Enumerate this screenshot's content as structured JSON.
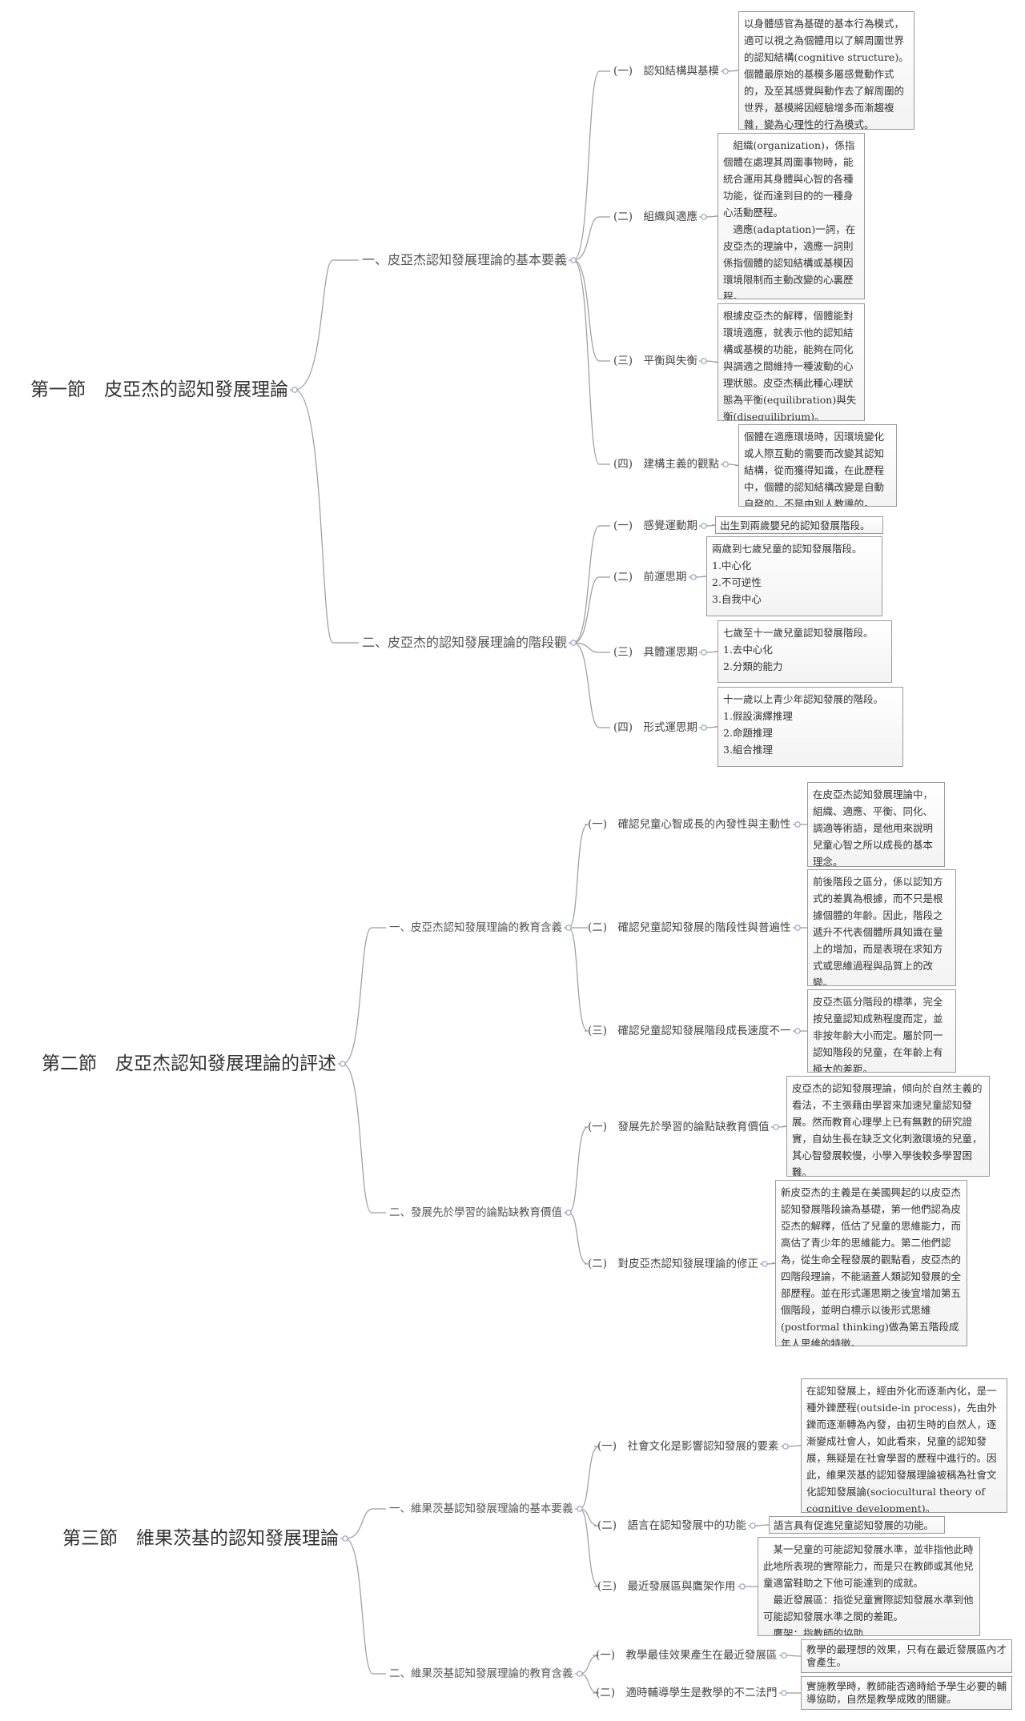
{
  "sections": [
    {
      "title": "第一節　皮亞杰的認知發展理論",
      "branches": [
        {
          "title": "一、皮亞杰認知發展理論的基本要義",
          "items": [
            {
              "label": "(一)　認知結構與基模",
              "note": "以身體感官為基礎的基本行為模式，適可以視之為個體用以了解周圍世界的認知結構(cognitive structure)。個體最原始的基模多屬感覺動作式的，及至其感覺與動作去了解周圍的世界，基模將因經驗增多而漸趨複雜，變為心理性的行為模式。"
            },
            {
              "label": "(二)　組織與適應",
              "note": "　組織(organization)，係指個體在處理其周圍事物時，能統合運用其身體與心智的各種功能，從而達到目的的一種身心活動歷程。\n　適應(adaptation)一詞，在皮亞杰的理論中，適應一詞則係指個體的認知結構或基模因環境限制而主動改變的心裏歷程。"
            },
            {
              "label": "(三)　平衡與失衡",
              "note": "根據皮亞杰的解釋，個體能對環境適應，就表示他的認知結構或基模的功能，能夠在同化與調適之間維持一種波動的心理狀態。皮亞杰稱此種心理狀態為平衡(equilibration)與失衡(disequilibrium)。"
            },
            {
              "label": "(四)　建構主義的觀點",
              "note": "個體在適應環境時，因環境變化或人際互動的需要而改變其認知結構，從而獲得知識，在此歷程中，個體的認知結構改變是自動自發的，不是由別人教導的。"
            }
          ]
        },
        {
          "title": "二、皮亞杰的認知發展理論的階段觀",
          "items": [
            {
              "label": "(一)　感覺運動期",
              "note": "出生到兩歲嬰兒的認知發展階段。"
            },
            {
              "label": "(二)　前運思期",
              "note": "兩歲到七歲兒童的認知發展階段。\n1.中心化\n2.不可逆性\n3.自我中心"
            },
            {
              "label": "(三)　具體運思期",
              "note": "七歲至十一歲兒童認知發展階段。\n1.去中心化\n2.分類的能力"
            },
            {
              "label": "(四)　形式運思期",
              "note": "十一歲以上青少年認知發展的階段。\n1.假設演繹推理\n2.命題推理\n3.組合推理"
            }
          ]
        }
      ]
    },
    {
      "title": "第二節　皮亞杰認知發展理論的評述",
      "branches": [
        {
          "title": "一、皮亞杰認知發展理論的教育含義",
          "items": [
            {
              "label": "(一)　確認兒童心智成長的內發性與主動性",
              "note": "在皮亞杰認知發展理論中，組織、適應、平衡、同化、調適等術語，是他用來說明兒童心智之所以成長的基本理念。"
            },
            {
              "label": "(二)　確認兒童認知發展的階段性與普遍性",
              "note": "前後階段之區分，係以認知方式的差異為根據，而不只是根據個體的年齡。因此，階段之遞升不代表個體所具知識在量上的增加，而是表現在求知方式或思維過程與品質上的改變。"
            },
            {
              "label": "(三)　確認兒童認知發展階段成長速度不一",
              "note": "皮亞杰區分階段的標準，完全按兒童認知成熟程度而定，並非按年齡大小而定。屬於同一認知階段的兒童，在年齡上有極大的差距。"
            }
          ]
        },
        {
          "title": "二、發展先於學習的論點缺教育價值",
          "items": [
            {
              "label": "(一)　發展先於學習的論點缺教育價值",
              "note": "皮亞杰的認知發展理論，傾向於自然主義的看法，不主張藉由學習來加速兒童認知發展。然而教育心理學上已有無數的研究證實，自幼生長在缺乏文化刺激環境的兒童，其心智發展較慢，小學入學後較多學習困難。"
            },
            {
              "label": "(二)　對皮亞杰認知發展理論的修正",
              "note": "新皮亞杰的主義是在美國興起的以皮亞杰認知發展階段論為基礎，第一他們認為皮亞杰的解釋，低估了兒童的思維能力，而高估了青少年的思維能力。第二他們認為，從生命全程發展的觀點看，皮亞杰的四階段理論，不能涵蓋人類認知發展的全部歷程。並在形式運思期之後宜增加第五個階段，並明白標示以後形式思維(postformal thinking)做為第五階段成年人思維的特徵。"
            }
          ]
        }
      ]
    },
    {
      "title": "第三節　維果茨基的認知發展理論",
      "branches": [
        {
          "title": "一、維果茨基認知發展理論的基本要義",
          "items": [
            {
              "label": "(一)　社會文化是影響認知發展的要素",
              "note": "在認知發展上，經由外化而逐漸內化，是一種外鑠歷程(outside-in process)，先由外鑠而逐漸轉為內發，由初生時的自然人，逐漸變成社會人，如此看來，兒童的認知發展，無疑是在社會學習的歷程中進行的。因此，維果茨基的認知發展理論被稱為社會文化認知發展論(sociocultural theory of cognitive development)。"
            },
            {
              "label": "(二)　語言在認知發展中的功能",
              "note": "語言具有促進兒童認知發展的功能。"
            },
            {
              "label": "(三)　最近發展區與鷹架作用",
              "note": "　某一兒童的可能認知發展水準，並非指他此時此地所表現的實際能力，而是只在教師或其他兒童適當鞋助之下他可能達到的成就。\n　最近發展區：指從兒童實際認知發展水準到他可能認知發展水準之間的差距。\n　鷹架：指教師的協助"
            }
          ]
        },
        {
          "title": "二、維果茨基認知發展理論的教育含義",
          "items": [
            {
              "label": "(一)　教學最佳效果產生在最近發展區",
              "note": "教學的最理想的效果，只有在最近發展區內才會產生。"
            },
            {
              "label": "(二)　適時輔導學生是教學的不二法門",
              "note": "實施教學時，教師能否適時給予學生必要的輔導協助，自然是教學成敗的關鍵。"
            }
          ]
        }
      ]
    }
  ],
  "colors": {
    "line": "#9b9b9b",
    "knob_fill": "#ffffff",
    "knob_stroke": "#8aa3c8",
    "box_border": "#9a9a9a"
  }
}
